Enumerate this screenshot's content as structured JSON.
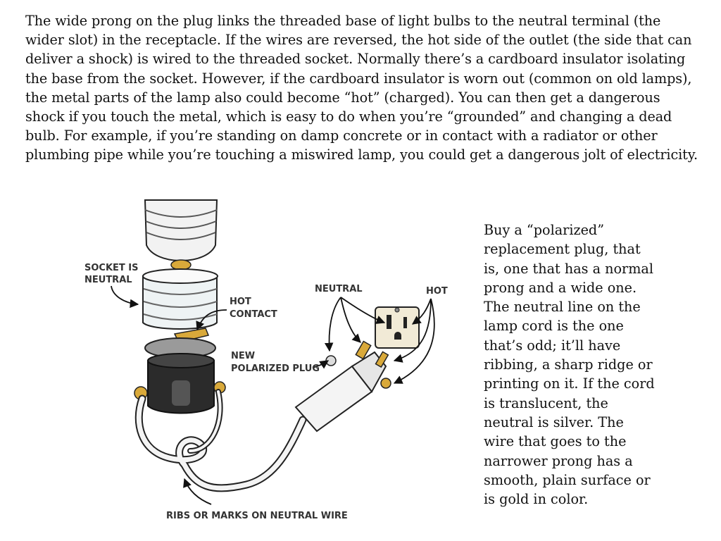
{
  "intro_paragraph": "The wide prong on the plug links the threaded base of light bulbs to the neutral terminal (the wider slot) in the receptacle. If the wires are reversed, the hot side of the outlet (the side that can deliver a shock) is wired to the threaded socket. Normally there’s a cardboard insulator isolating the base from the socket. However, if the cardboard insulator is worn out (common on old lamps), the metal parts of the lamp also could become “hot” (charged). You can then get a dangerous shock if you touch the metal, which is easy to do when you’re “grounded” and changing a dead bulb. For example, if you’re standing on damp concrete or in contact with a radiator or other plumbing pipe while you’re touching a miswired lamp, you could get a dangerous jolt of electricity.",
  "side_paragraph_lines": [
    "Buy a “polarized”",
    "replacement plug, that",
    "is, one that has a normal",
    "prong and a wide one.",
    "The neutral line on the",
    "lamp cord is the one",
    "that’s odd; it’ll have",
    "ribbing, a sharp ridge or",
    "printing on it. If the cord",
    "is translucent, the",
    "neutral is silver. The",
    "wire that goes to the",
    "narrower prong has a",
    "smooth, plain surface or",
    "is gold in color."
  ],
  "diagram_labels": {
    "socket_line1": "SOCKET IS",
    "socket_line2": "NEUTRAL",
    "hot_contact_line1": "HOT",
    "hot_contact_line2": "CONTACT",
    "neutral": "NEUTRAL",
    "hot": "HOT",
    "new_plug_line1": "NEW",
    "new_plug_line2": "POLARIZED PLUG",
    "ribs": "RIBS OR MARKS ON NEUTRAL WIRE"
  },
  "colors": {
    "text": "#111111",
    "label": "#333333",
    "brass": "#d9a93a",
    "bakelite": "#2b2b2b",
    "outline": "#222222"
  }
}
